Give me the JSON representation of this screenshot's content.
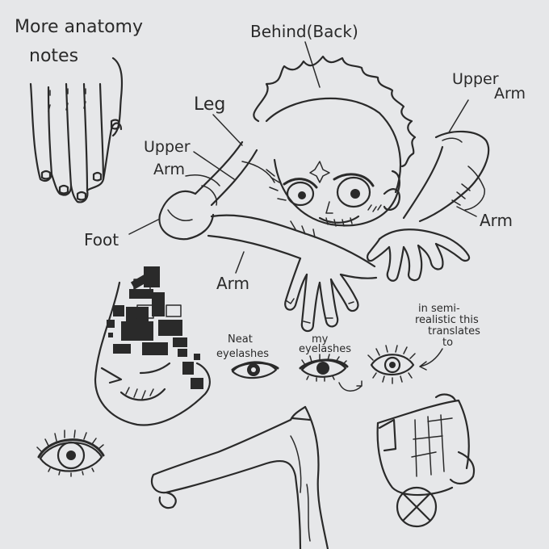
{
  "notes": {
    "title_line1": "More anatomy",
    "title_line2": "notes"
  },
  "labels": {
    "behind": "Behind(Back)",
    "leg": "Leg",
    "upper_arm_left_line1": "Upper",
    "upper_arm_left_line2": "Arm",
    "upper_arm_right_line1": "Upper",
    "upper_arm_right_line2": "Arm",
    "foot": "Foot",
    "arm_bottom": "Arm",
    "arm_right": "Arm"
  },
  "eye_notes": {
    "neat_line1": "Neat",
    "neat_line2": "eyelashes",
    "my_line1": "my",
    "my_line2": "eyelashes",
    "semi_line1": "in semi-",
    "semi_line2": "realistic this",
    "semi_line3": "translates",
    "semi_line4": "to"
  },
  "colors": {
    "paper": "#e6e7e9",
    "ink": "#2a2a2a"
  }
}
